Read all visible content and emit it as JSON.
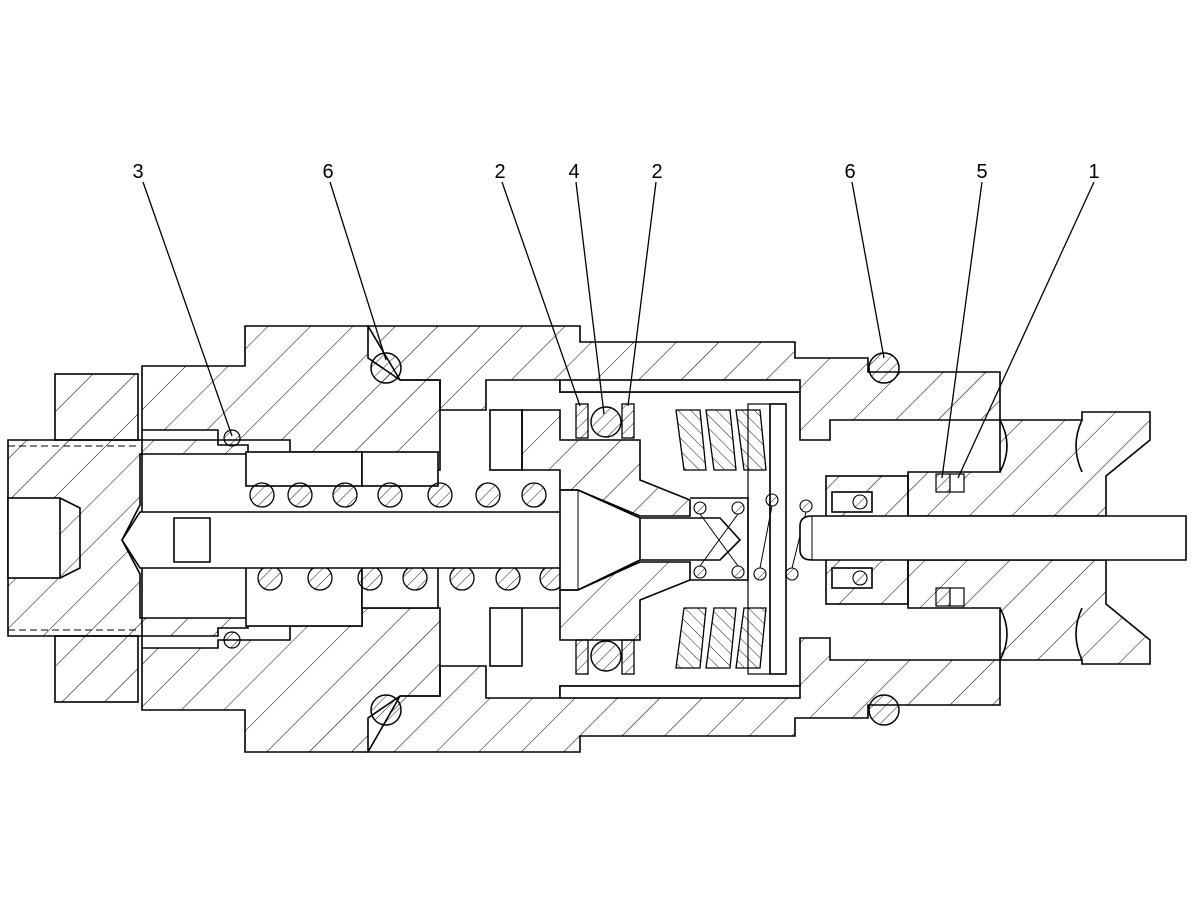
{
  "callouts": [
    {
      "id": "c1",
      "label": "3"
    },
    {
      "id": "c2",
      "label": "6"
    },
    {
      "id": "c3",
      "label": "2"
    },
    {
      "id": "c4",
      "label": "4"
    },
    {
      "id": "c5",
      "label": "2"
    },
    {
      "id": "c6",
      "label": "6"
    },
    {
      "id": "c7",
      "label": "5"
    },
    {
      "id": "c8",
      "label": "1"
    }
  ]
}
